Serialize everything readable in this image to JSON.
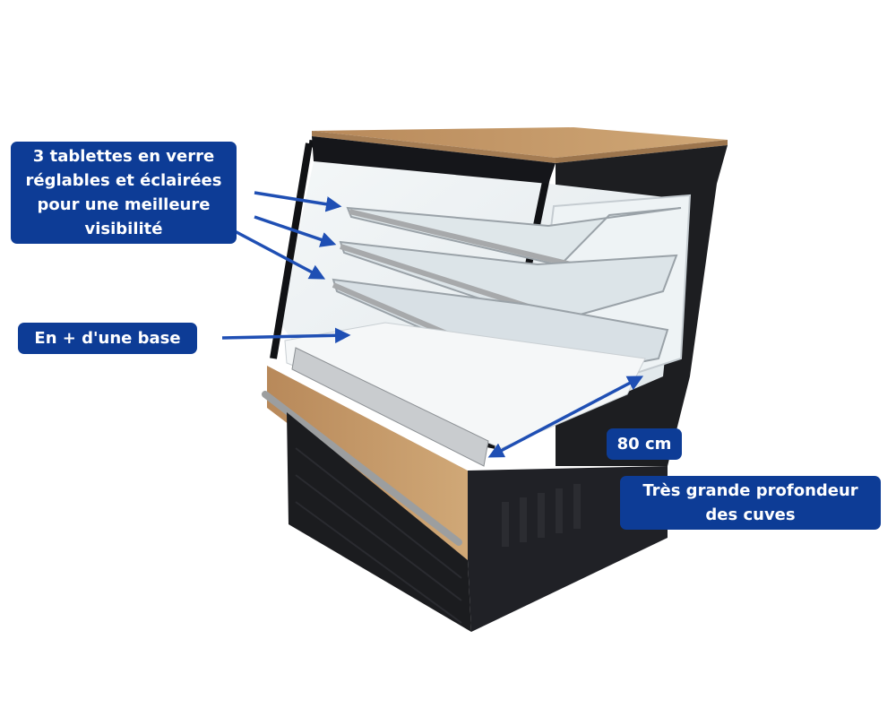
{
  "annotations": {
    "shelves": {
      "line1": "3 tablettes en verre",
      "line2": "réglables et éclairées",
      "line3": "pour une meilleure",
      "line4": "visibilité"
    },
    "base": {
      "line1": "En + d'une base"
    },
    "depth_value": {
      "line1": "80 cm"
    },
    "depth_desc": {
      "line1": "Très grande profondeur",
      "line2": "des cuves"
    }
  },
  "colors": {
    "label_background": "#0d3c96",
    "label_text": "#ffffff",
    "arrow": "#1f4fb4",
    "wood": "#c29a6b",
    "cabinet": "#1a1b1e"
  }
}
